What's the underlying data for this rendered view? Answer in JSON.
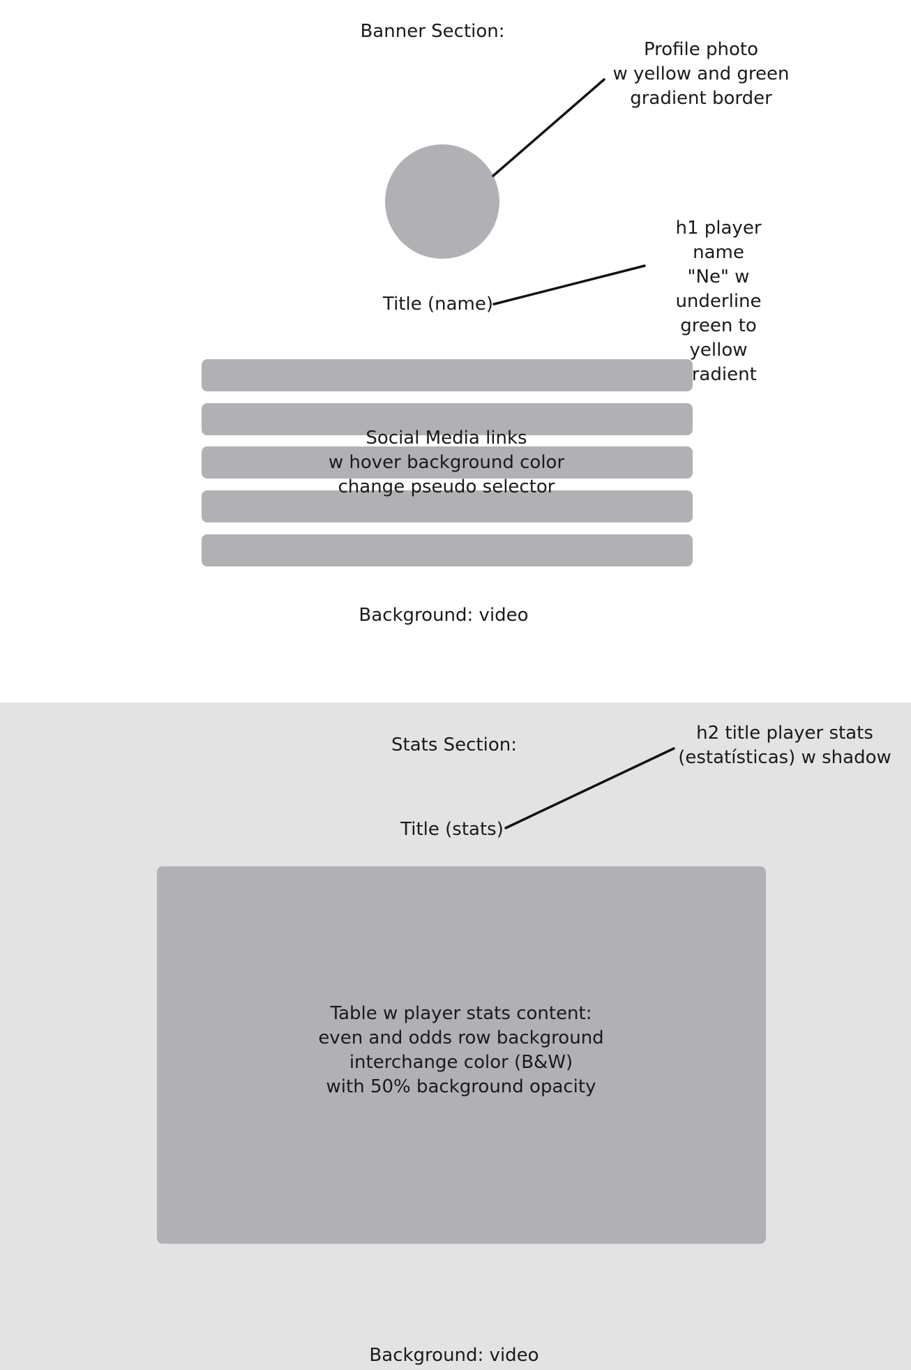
{
  "banner": {
    "section_label": "Banner Section:",
    "profile_note": "Profile photo\nw yellow and green\ngradient border",
    "title_label": "Title (name)",
    "title_note": "h1 player name\n\"Ne\" w underline\ngreen to yellow\ngradient",
    "links_note": "Social Media links\nw hover background color\nchange pseudo selector",
    "background_label": "Background: video"
  },
  "stats": {
    "section_label": "Stats Section:",
    "title_note": "h2 title player stats\n(estatísticas) w shadow",
    "title_label": "Title (stats)",
    "table_note": "Table w player stats content:\neven and odds row background\ninterchange color (B&W)\nwith 50% background opacity",
    "background_label": "Background: video"
  },
  "colors": {
    "placeholder": "#b1b0b5",
    "stats_background": "#e3e3e4",
    "leader_line": "#111111"
  }
}
